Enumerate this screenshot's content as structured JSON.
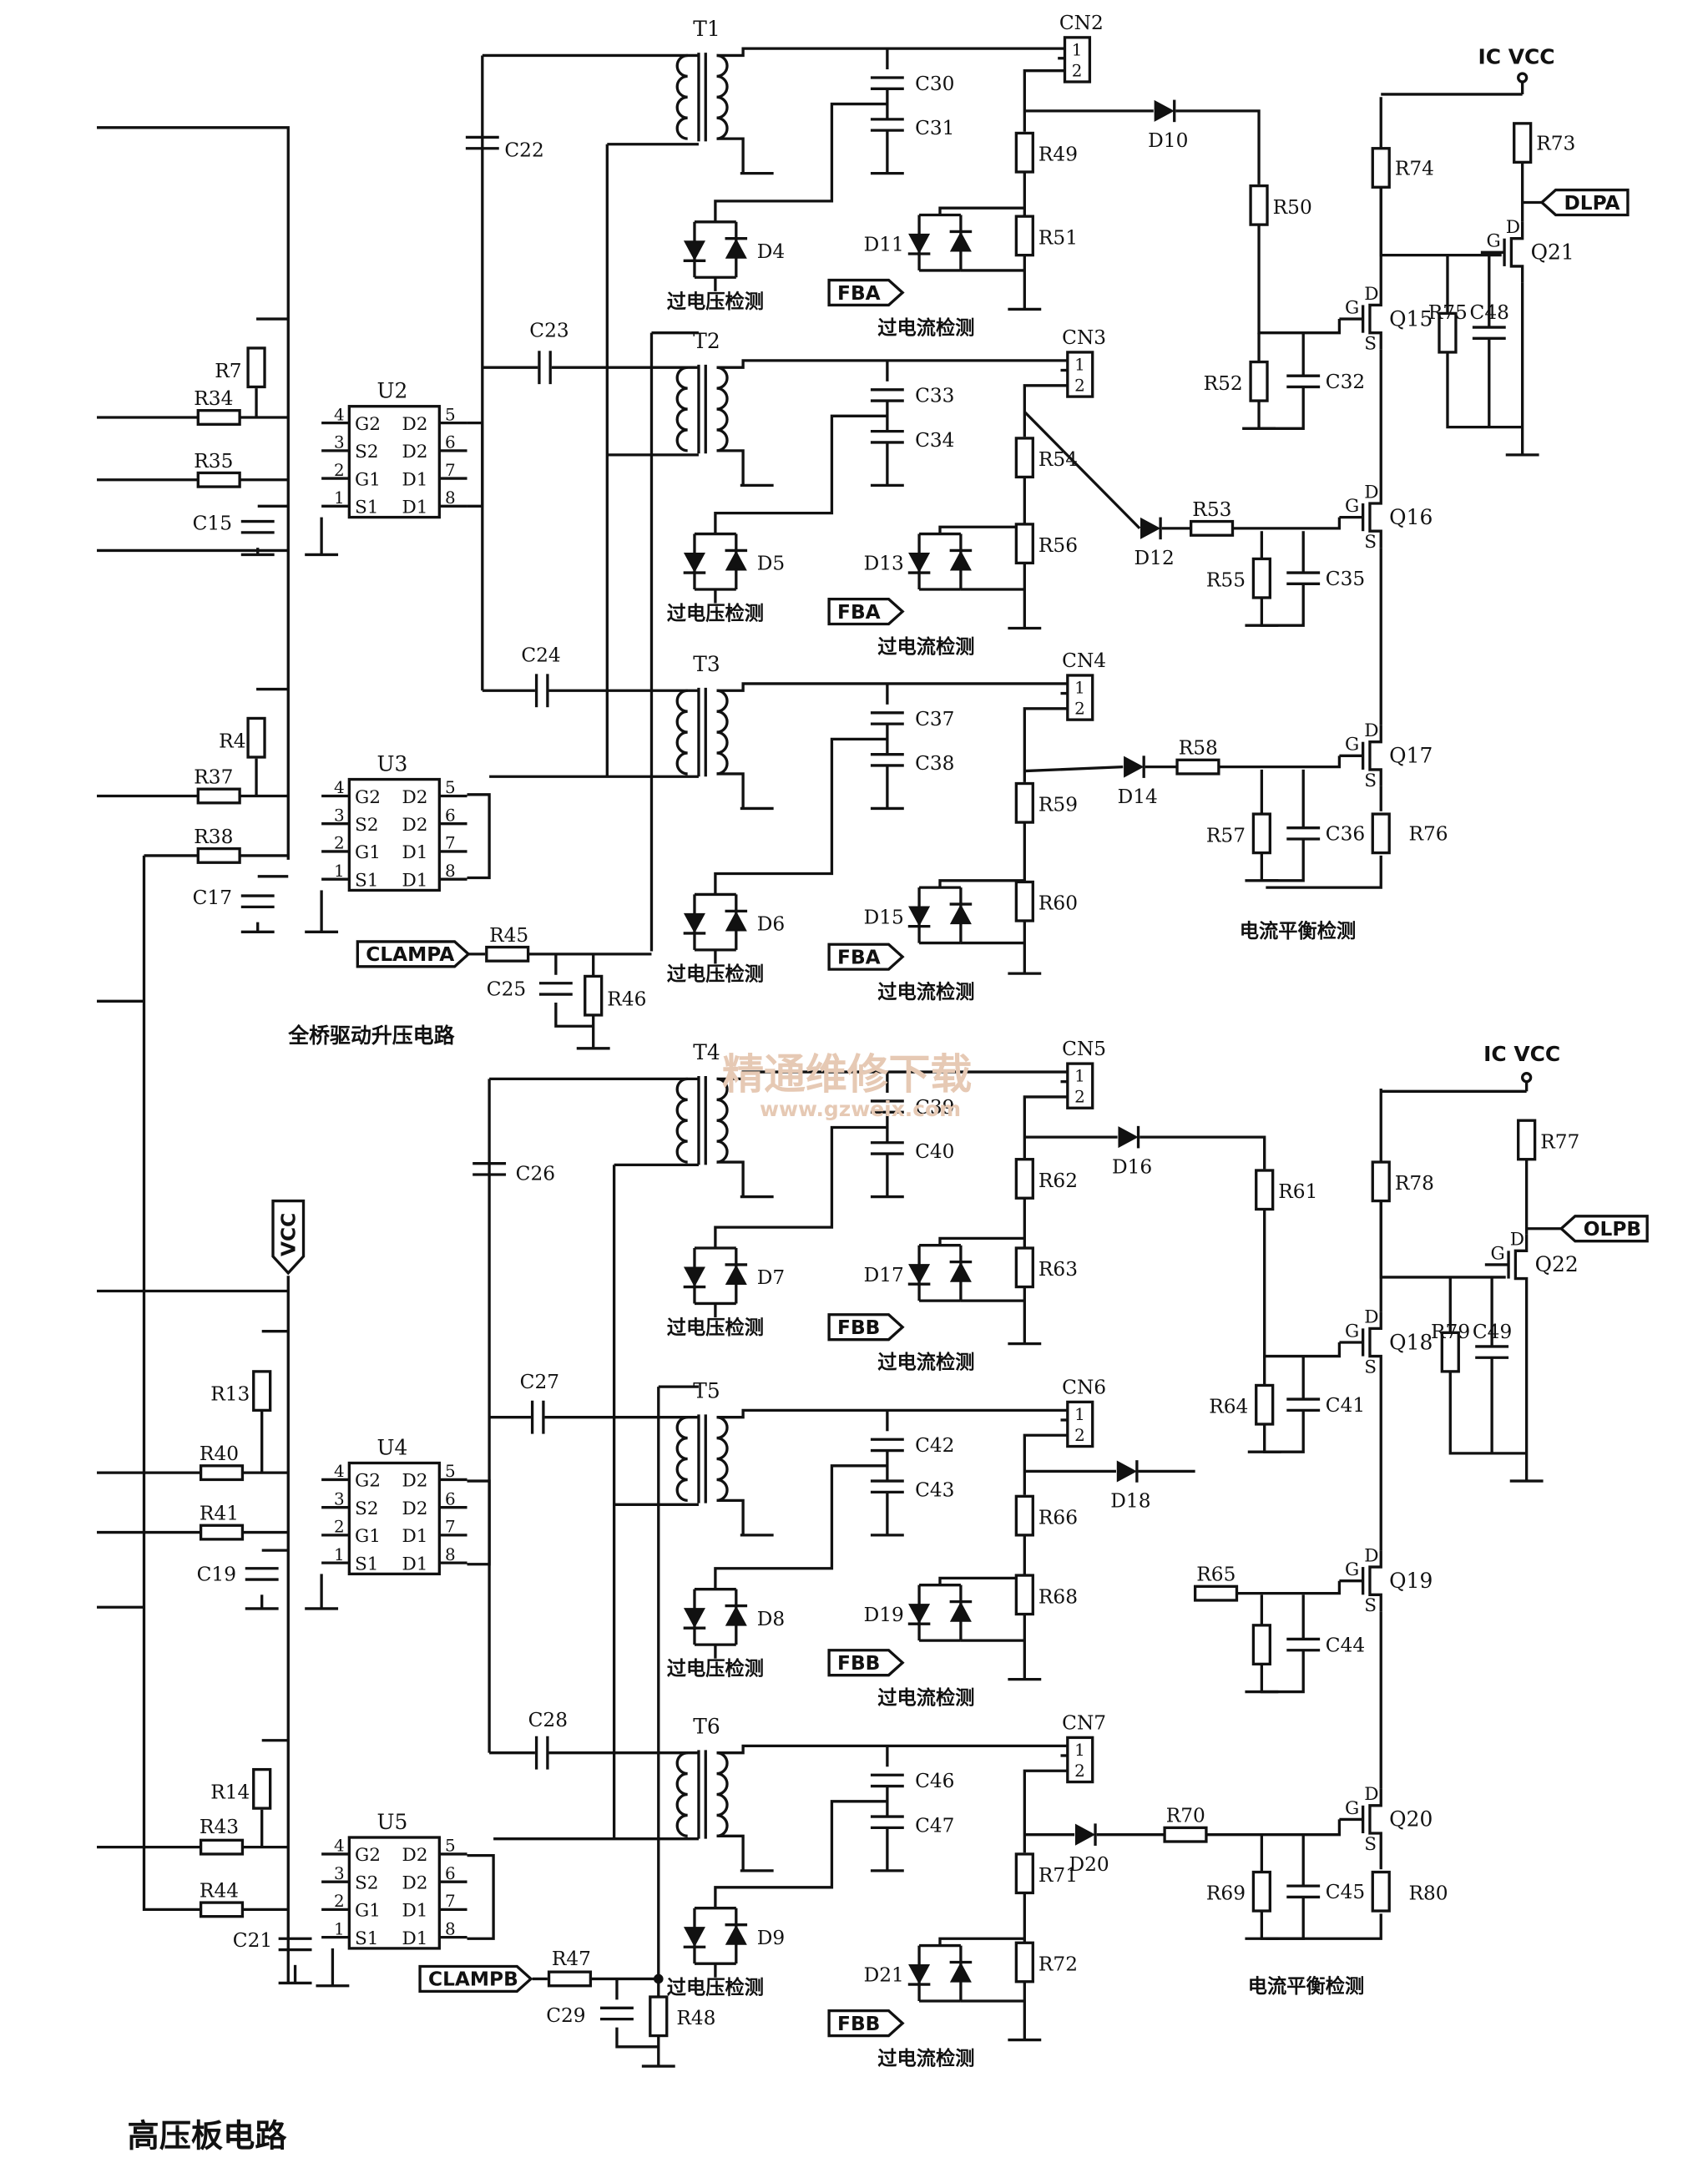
{
  "caption": "高压板电路",
  "section_label": "全桥驱动升压电路",
  "watermark": {
    "title": "精通维修下载",
    "url": "www.gzweix.com"
  },
  "ic_vcc": "IC VCC",
  "vcc": "VCC",
  "chips": [
    {
      "name": "U2",
      "pins_left": [
        "G2",
        "S2",
        "G1",
        "S1"
      ],
      "pins_right": [
        "D2",
        "D2",
        "D1",
        "D1"
      ],
      "nums_left": [
        "4",
        "3",
        "2",
        "1"
      ],
      "nums_right": [
        "5",
        "6",
        "7",
        "8"
      ]
    },
    {
      "name": "U3",
      "pins_left": [
        "G2",
        "S2",
        "G1",
        "S1"
      ],
      "pins_right": [
        "D2",
        "D2",
        "D1",
        "D1"
      ],
      "nums_left": [
        "4",
        "3",
        "2",
        "1"
      ],
      "nums_right": [
        "5",
        "6",
        "7",
        "8"
      ]
    },
    {
      "name": "U4",
      "pins_left": [
        "G2",
        "S2",
        "G1",
        "S1"
      ],
      "pins_right": [
        "D2",
        "D2",
        "D1",
        "D1"
      ],
      "nums_left": [
        "4",
        "3",
        "2",
        "1"
      ],
      "nums_right": [
        "5",
        "6",
        "7",
        "8"
      ]
    },
    {
      "name": "U5",
      "pins_left": [
        "G2",
        "S2",
        "G1",
        "S1"
      ],
      "pins_right": [
        "D2",
        "D2",
        "D1",
        "D1"
      ],
      "nums_left": [
        "4",
        "3",
        "2",
        "1"
      ],
      "nums_right": [
        "5",
        "6",
        "7",
        "8"
      ]
    }
  ],
  "transformers": [
    "T1",
    "T2",
    "T3",
    "T4",
    "T5",
    "T6"
  ],
  "connectors": [
    {
      "name": "CN2",
      "pins": [
        "1",
        "2"
      ]
    },
    {
      "name": "CN3",
      "pins": [
        "1",
        "2"
      ]
    },
    {
      "name": "CN4",
      "pins": [
        "1",
        "2"
      ]
    },
    {
      "name": "CN5",
      "pins": [
        "1",
        "2"
      ]
    },
    {
      "name": "CN6",
      "pins": [
        "1",
        "2"
      ]
    },
    {
      "name": "CN7",
      "pins": [
        "1",
        "2"
      ]
    }
  ],
  "mosfets": [
    {
      "name": "Q15",
      "d": "D",
      "g": "G",
      "s": "S"
    },
    {
      "name": "Q16",
      "d": "D",
      "g": "G",
      "s": "S"
    },
    {
      "name": "Q17",
      "d": "D",
      "g": "G",
      "s": "S"
    },
    {
      "name": "Q18",
      "d": "D",
      "g": "G",
      "s": "S"
    },
    {
      "name": "Q19",
      "d": "D",
      "g": "G",
      "s": "S"
    },
    {
      "name": "Q20",
      "d": "D",
      "g": "G",
      "s": "S"
    },
    {
      "name": "Q21",
      "d": "D",
      "g": "G"
    },
    {
      "name": "Q22",
      "d": "D",
      "g": "G"
    }
  ],
  "signals": [
    "DLPA",
    "OLPB",
    "FBA",
    "FBA",
    "FBA",
    "FBB",
    "FBB",
    "FBB",
    "CLAMPA",
    "CLAMPB"
  ],
  "block_labels": {
    "ovp": "过电压检测",
    "ocp": "过电流检测",
    "balance": "电流平衡检测"
  },
  "resistors": [
    "R7",
    "R34",
    "R35",
    "R4",
    "R37",
    "R38",
    "R45",
    "R46",
    "R13",
    "R40",
    "R41",
    "R14",
    "R43",
    "R44",
    "R47",
    "R48",
    "R49",
    "R51",
    "R50",
    "R52",
    "R54",
    "R56",
    "R53",
    "R55",
    "R59",
    "R60",
    "R58",
    "R57",
    "R76",
    "R73",
    "R74",
    "R75",
    "R62",
    "R63",
    "R61",
    "R64",
    "R66",
    "R68",
    "R65",
    "R71",
    "R72",
    "R70",
    "R69",
    "R80",
    "R77",
    "R78",
    "R79"
  ],
  "capacitors": [
    "C22",
    "C23",
    "C24",
    "C15",
    "C17",
    "C25",
    "C26",
    "C27",
    "C28",
    "C19",
    "C21",
    "C29",
    "C30",
    "C31",
    "C33",
    "C34",
    "C37",
    "C38",
    "C39",
    "C40",
    "C42",
    "C43",
    "C46",
    "C47",
    "C32",
    "C35",
    "C36",
    "C41",
    "C44",
    "C45",
    "C48",
    "C49"
  ],
  "diodes": [
    "D4",
    "D5",
    "D6",
    "D7",
    "D8",
    "D9",
    "D10",
    "D11",
    "D12",
    "D13",
    "D14",
    "D15",
    "D16",
    "D17",
    "D18",
    "D19",
    "D20",
    "D21"
  ]
}
